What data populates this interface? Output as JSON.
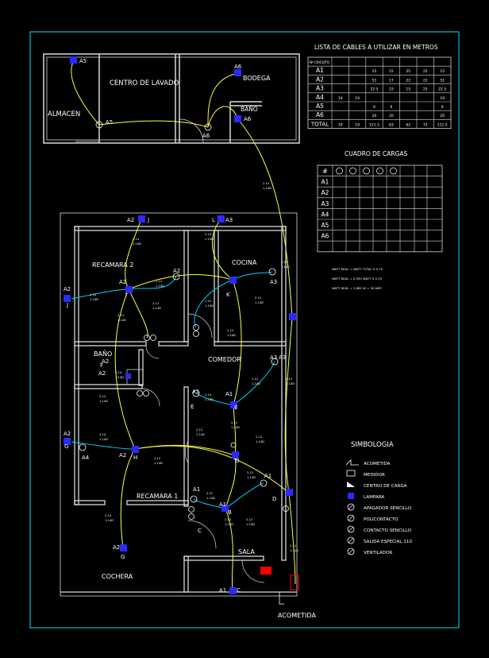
{
  "upper_rooms": {
    "almacen": "ALMACEN",
    "centro_lavado": "CENTRO DE LAVADO",
    "bodega": "BODEGA",
    "bano": "BAÑO",
    "labels": [
      "A5",
      "A5",
      "A6",
      "A6",
      "A6"
    ]
  },
  "cable_list": {
    "title": "LISTA DE CABLES A UTILIZAR EN METROS",
    "headers": [
      "Nº CIRCUITO",
      "",
      "",
      "",
      "",
      "",
      "",
      ""
    ],
    "rows": [
      {
        "circ": "A1",
        "vals": [
          "",
          "",
          "15",
          "15",
          "25",
          "25",
          "15"
        ]
      },
      {
        "circ": "A2",
        "vals": [
          "",
          "",
          "51",
          "17",
          "22",
          "22",
          "51"
        ]
      },
      {
        "circ": "A3",
        "vals": [
          "",
          "",
          "22.5",
          "23",
          "15",
          "25",
          "22.5"
        ]
      },
      {
        "circ": "A4",
        "vals": [
          "19",
          "19",
          "",
          "",
          "",
          "",
          "19"
        ]
      },
      {
        "circ": "A5",
        "vals": [
          "",
          "",
          "6",
          "6",
          "",
          "",
          "6"
        ]
      },
      {
        "circ": "A6",
        "vals": [
          "",
          "",
          "20",
          "20",
          "",
          "",
          "20"
        ]
      },
      {
        "circ": "TOTAL",
        "vals": [
          "19",
          "19",
          "121.5",
          "83",
          "62",
          "72",
          "111.5"
        ]
      }
    ]
  },
  "load_table": {
    "title": "CUADRO DE CARGAS",
    "rows": [
      "A1",
      "A2",
      "A3",
      "A4",
      "A5",
      "A6"
    ],
    "first_header": "#"
  },
  "notes": [
    "WATT REAL = WATT TOTAL X 0.70",
    "WATT REAL = 5,550 WATT X 0.70",
    "WATT REAL = 3,885 W = 30 AMP."
  ],
  "lower_rooms": {
    "recamara2": "RECAMARA 2",
    "cocina": "COCINA",
    "bano": "BAÑO",
    "comedor": "COMEDOR",
    "recamara1": "RECAMARA 1",
    "sala": "SALA",
    "cochera": "COCHERA"
  },
  "circuit_labels": [
    "A2",
    "J",
    "A3",
    "L",
    "A2",
    "I",
    "A2",
    "A3",
    "K",
    "A3",
    "A2",
    "J",
    "A2",
    "F",
    "A2",
    "A3",
    "A1",
    "E",
    "A1",
    "E",
    "A2",
    "G",
    "A2",
    "H",
    "A4",
    "A1",
    "D",
    "A1",
    "C",
    "B",
    "A1",
    "D",
    "A2",
    "G",
    "A1",
    "C"
  ],
  "legend": {
    "title": "SIMBOLOGIA",
    "items": [
      {
        "icon": "acometida-icon",
        "label": "ACOMETIDA"
      },
      {
        "icon": "medidor-icon",
        "label": "MEDIDOR"
      },
      {
        "icon": "centro-carga-icon",
        "label": "CENTRO DE CARGA"
      },
      {
        "icon": "lampara-icon",
        "label": "LAMPARA"
      },
      {
        "icon": "apagador-icon",
        "label": "APAGADOR SENCILLO"
      },
      {
        "icon": "policontacto-icon",
        "label": "POLICONTACTO"
      },
      {
        "icon": "contacto-icon",
        "label": "CONTACTO SENCILLO"
      },
      {
        "icon": "salida-especial-icon",
        "label": "SALIDA ESPECIAL 110"
      },
      {
        "icon": "ventilador-icon",
        "label": "VENTILADOR"
      }
    ]
  },
  "acometida_label": "ACOMETIDA",
  "colors": {
    "border": "#00e5ff",
    "wall": "#d9d9d9",
    "wire_yellow": "#ffff3c",
    "wire_cyan": "#00d0ff",
    "lamp": "#2a2aff",
    "text": "#ffffff",
    "panel_red": "#ff0000"
  }
}
